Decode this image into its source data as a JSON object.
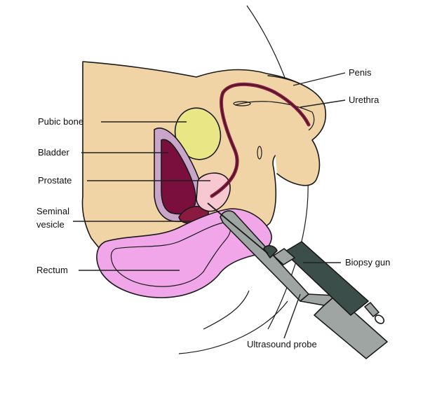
{
  "labels": {
    "penis": "Penis",
    "urethra": "Urethra",
    "pubic_bone": "Pubic bone",
    "bladder": "Bladder",
    "prostate": "Prostate",
    "seminal_line1": "Seminal",
    "seminal_line2": "vesicle",
    "rectum": "Rectum",
    "biopsy_gun": "Biopsy gun",
    "ultrasound_probe": "Ultrasound probe"
  },
  "colors": {
    "skin": "#F0D4A6",
    "bone": "#E9E686",
    "bladder_wall": "#C9A6C9",
    "bladder_inner": "#7A0F3D",
    "prostate": "#F7C8CF",
    "rectum": "#F0A6E8",
    "rectum_inner": "#E67EDD",
    "urethra": "#8A1A40",
    "gun": "#3C4E4A",
    "probe": "#9EA5A2"
  }
}
